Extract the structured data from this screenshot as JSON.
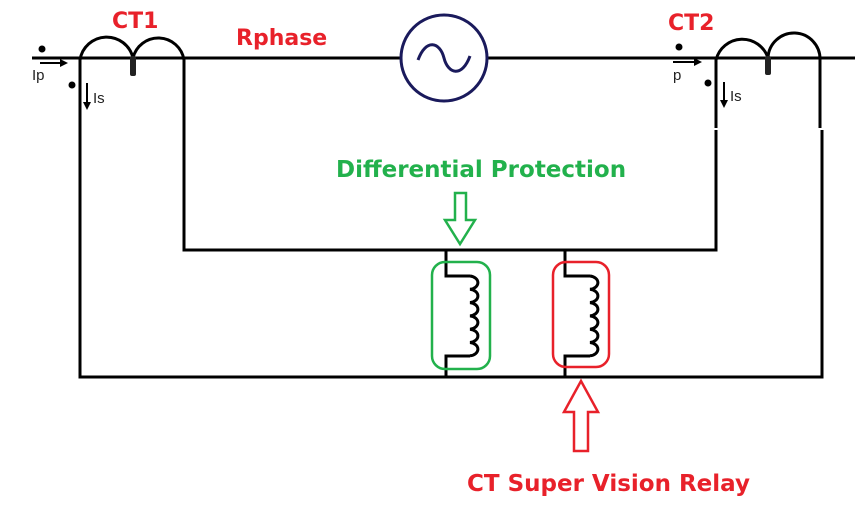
{
  "labels": {
    "ct1": "CT1",
    "ct2": "CT2",
    "rphase": "Rphase",
    "differential": "Differential Protection",
    "supervision": "CT Super Vision Relay",
    "ct1_primary_current": "Ip",
    "ct1_secondary_current": "Is",
    "ct2_primary_current": "p",
    "ct2_secondary_current": "Is"
  },
  "colors": {
    "red": "#e8212a",
    "green": "#22b14c",
    "source": "#1a1a5c",
    "wire": "#000000"
  },
  "components": [
    {
      "id": "ct1",
      "type": "current-transformer"
    },
    {
      "id": "ct2",
      "type": "current-transformer"
    },
    {
      "id": "source",
      "type": "ac-source"
    },
    {
      "id": "differential-relay",
      "type": "relay-coil"
    },
    {
      "id": "supervision-relay",
      "type": "relay-coil"
    }
  ]
}
